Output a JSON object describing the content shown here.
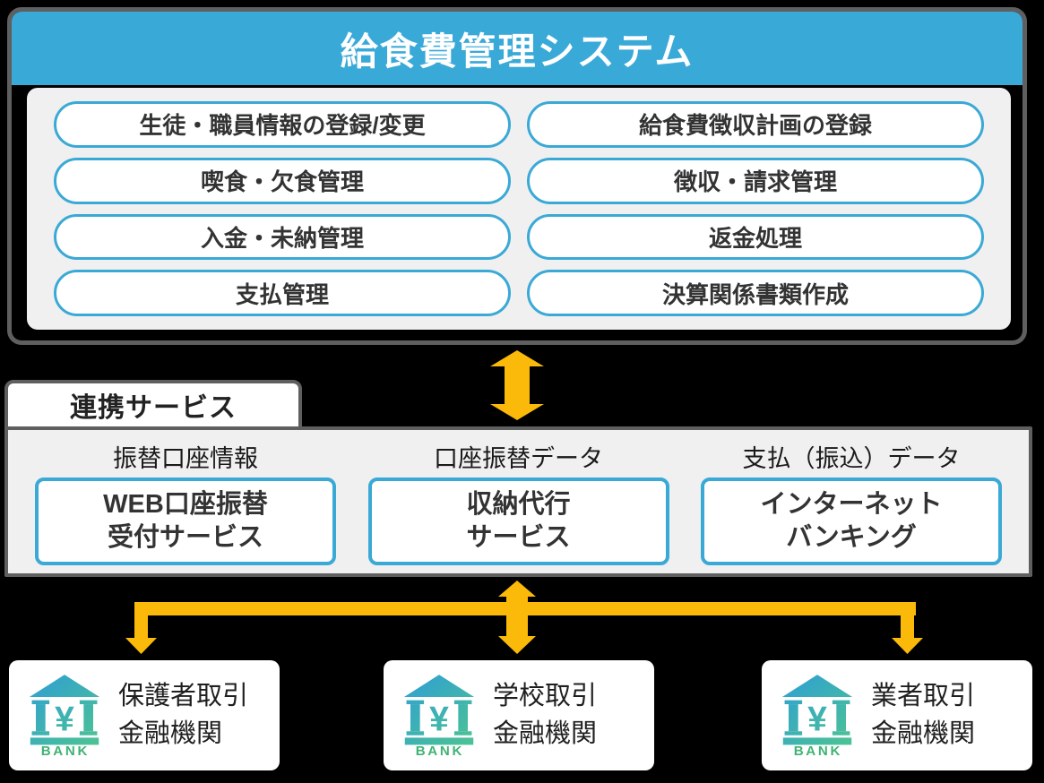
{
  "system": {
    "title": "給食費管理システム",
    "modules_left": [
      "生徒・職員情報の登録/変更",
      "喫食・欠食管理",
      "入金・未納管理",
      "支払管理"
    ],
    "modules_right": [
      "給食費徴収計画の登録",
      "徴収・請求管理",
      "返金処理",
      "決算関係書類作成"
    ]
  },
  "services": {
    "tab_label": "連携サービス",
    "columns": [
      {
        "label": "振替口座情報",
        "box_line1": "WEB口座振替",
        "box_line2": "受付サービス"
      },
      {
        "label": "口座振替データ",
        "box_line1": "収納代行",
        "box_line2": "サービス"
      },
      {
        "label": "支払（振込）データ",
        "box_line1": "インターネット",
        "box_line2": "バンキング"
      }
    ]
  },
  "banks": [
    {
      "line1": "保護者取引",
      "line2": "金融機関",
      "icon_symbol": "¥",
      "icon_label": "BANK"
    },
    {
      "line1": "学校取引",
      "line2": "金融機関",
      "icon_symbol": "¥",
      "icon_label": "BANK"
    },
    {
      "line1": "業者取引",
      "line2": "金融機関",
      "icon_symbol": "¥",
      "icon_label": "BANK"
    }
  ],
  "colors": {
    "accent_blue": "#39A9D8",
    "pill_border_blue": "#3AA9D6",
    "panel_gray": "#F0F0F1",
    "border_gray": "#5f5f5f",
    "arrow_yellow": "#FBB909",
    "bank_green": "#3FB374",
    "bank_gradient_start": "#2E9ED6",
    "bank_gradient_end": "#4FC78C",
    "background": "#000000"
  }
}
